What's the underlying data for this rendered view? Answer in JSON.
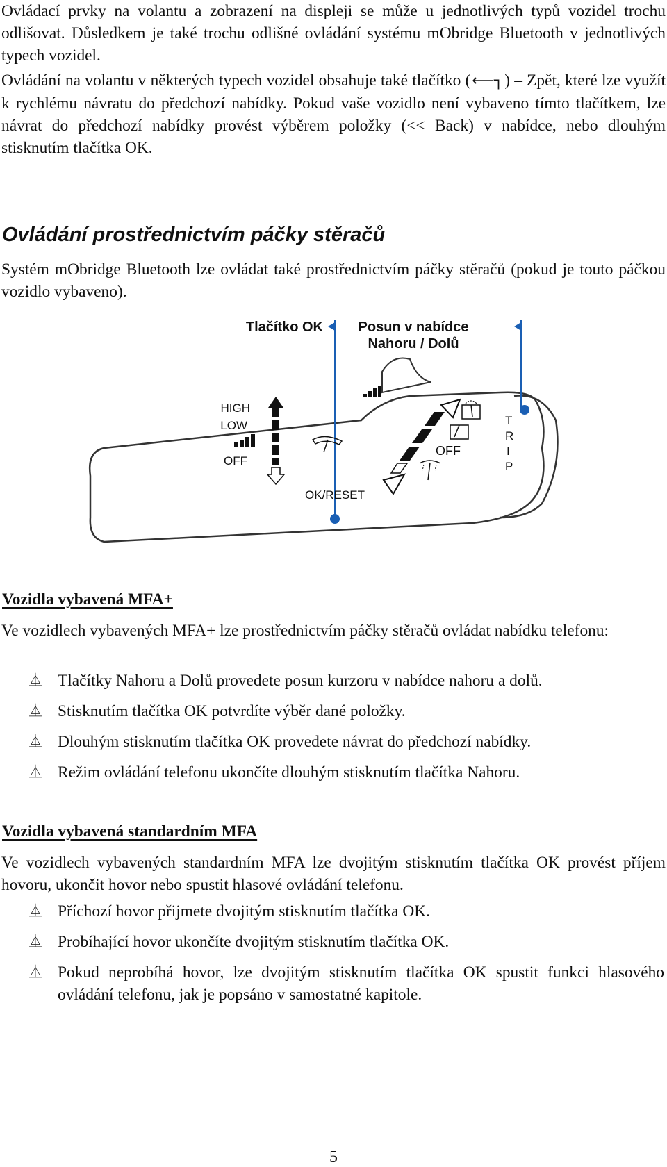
{
  "intro": {
    "p1": "Ovládací prvky na volantu a zobrazení na displeji se může u jednotlivých typů vozidel trochu odlišovat. Důsledkem je také trochu odlišné ovládání systému mObridge Bluetooth v jednotlivých typech vozidel.",
    "p2_before": "Ovládání na volantu v některých typech vozidel obsahuje také tlačítko (",
    "p2_back_glyph": "⟵┐",
    "p2_after": ") – Zpět, které lze využít k rychlému návratu do předchozí nabídky. Pokud vaše vozidlo není vybaveno tímto tlačítkem, lze návrat do předchozí nabídky provést výběrem položky (<< Back) v nabídce, nebo dlouhým stisknutím tlačítka OK."
  },
  "section_wiper": {
    "heading": "Ovládání prostřednictvím páčky stěračů",
    "text": "Systém mObridge Bluetooth lze ovládat také prostřednictvím páčky stěračů (pokud je touto páčkou vozidlo vybaveno)."
  },
  "diagram": {
    "label_ok": "Tlačítko OK",
    "label_nav_line1": "Posun v nabídce",
    "label_nav_line2": "Nahoru / Dolů",
    "label_high": "HIGH",
    "label_low": "LOW",
    "label_off_left": "OFF",
    "label_off_right": "OFF",
    "label_ok_reset": "OK/RESET",
    "label_trip": [
      "T",
      "R",
      "I",
      "P"
    ],
    "accent_color": "#1a5fb4"
  },
  "section_mfa_plus": {
    "heading": "Vozidla vybavená MFA+",
    "text": "Ve vozidlech vybavených MFA+ lze prostřednictvím páčky stěračů ovládat nabídku telefonu:",
    "bullet_symbol": "⏅",
    "bullets": [
      "Tlačítky Nahoru a Dolů provedete posun kurzoru v nabídce nahoru a dolů.",
      "Stisknutím tlačítka OK potvrdíte výběr dané položky.",
      "Dlouhým stisknutím tlačítka OK provedete návrat do předchozí nabídky.",
      "Režim ovládání telefonu ukončíte dlouhým stisknutím tlačítka Nahoru."
    ]
  },
  "section_mfa_std": {
    "heading": "Vozidla vybavená standardním MFA",
    "text": "Ve vozidlech vybavených standardním MFA lze dvojitým stisknutím tlačítka OK provést příjem hovoru, ukončit hovor nebo spustit hlasové ovládání telefonu.",
    "bullets": [
      "Příchozí hovor přijmete dvojitým stisknutím tlačítka OK.",
      "Probíhající hovor ukončíte dvojitým stisknutím tlačítka OK.",
      "Pokud neprobíhá hovor, lze dvojitým stisknutím tlačítka OK spustit funkci hlasového ovládání telefonu, jak je popsáno v samostatné kapitole."
    ]
  },
  "page_number": "5"
}
